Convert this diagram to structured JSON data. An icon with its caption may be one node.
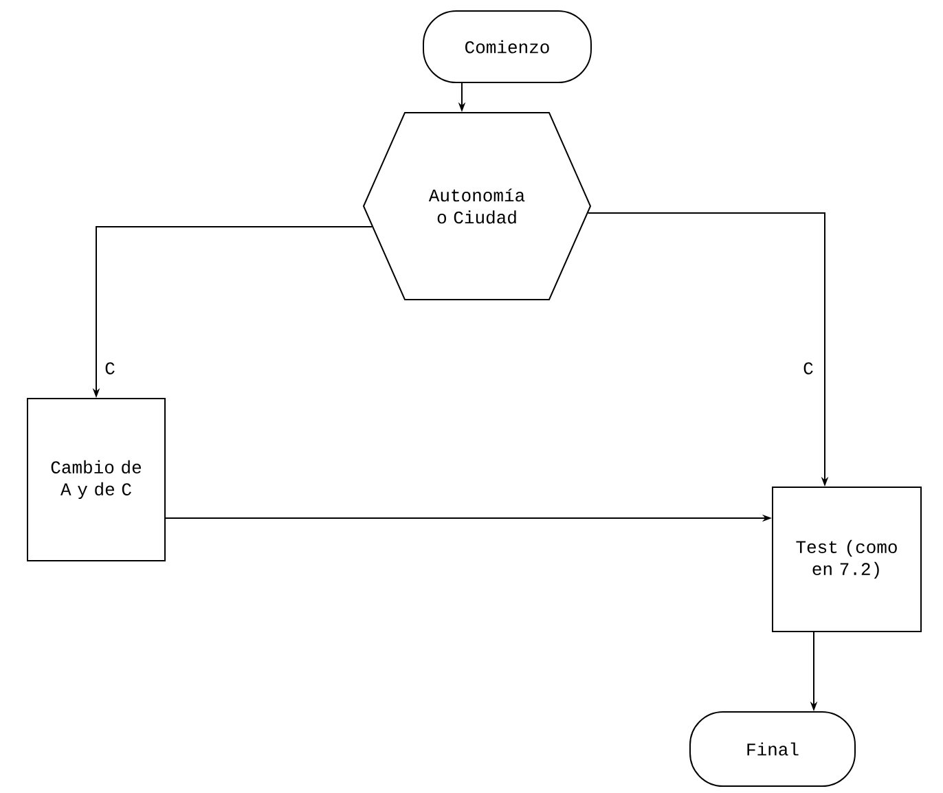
{
  "diagram": {
    "nodes": [
      {
        "text": [
          "Comienzo"
        ]
      },
      {
        "text": [
          "Autonomía o Ciudad"
        ]
      },
      {
        "text": [
          "Cambio de A y de C"
        ]
      },
      {
        "text": [
          "Test (como en 7.2)"
        ]
      },
      {
        "text": [
          "Final"
        ]
      }
    ],
    "edges": [
      {
        "from": 0,
        "to": 1,
        "arrow": "to"
      },
      {
        "from": 1,
        "to": 2,
        "arrow": "to",
        "label": "C"
      },
      {
        "from": 1,
        "to": 3,
        "arrow": "to",
        "label": "C"
      },
      {
        "from": 2,
        "to": 3,
        "arrow": "to"
      },
      {
        "from": 3,
        "to": 4,
        "arrow": "to"
      }
    ]
  }
}
